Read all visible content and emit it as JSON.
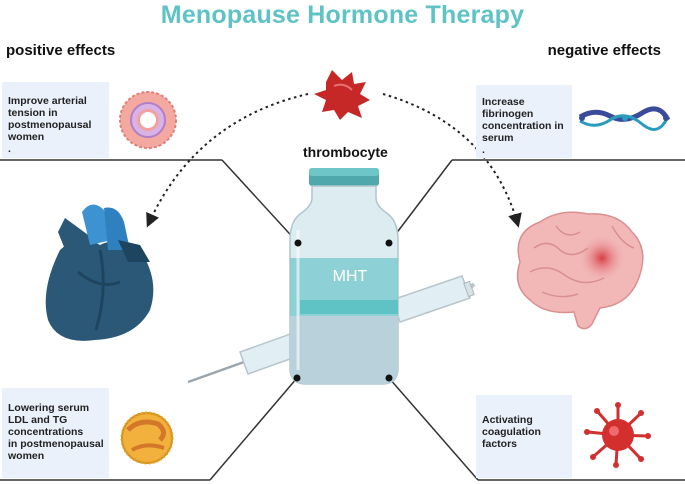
{
  "title": "Menopause Hormone Therapy",
  "positive_heading": "positive effects",
  "negative_heading": "negative effects",
  "center_label": "thrombocyte",
  "vial_label": "MHT",
  "positive_effects": [
    {
      "lines": [
        "Improve arterial",
        "tension in",
        "postmenopausal",
        "women",
        "."
      ],
      "icon": "artery-cross-section-icon"
    },
    {
      "lines": [
        "Lowering serum",
        "LDL and TG",
        "concentrations",
        "in postmenopausal",
        "women"
      ],
      "icon": "lipoprotein-particle-icon"
    }
  ],
  "negative_effects": [
    {
      "lines": [
        "Increase",
        "fibrinogen",
        "concentration in",
        "serum",
        "."
      ],
      "icon": "fibrinogen-strand-icon"
    },
    {
      "lines": [
        "Activating",
        "coagulation",
        "factors"
      ],
      "icon": "activated-platelet-icon"
    }
  ],
  "illustrations": [
    "heart-icon",
    "brain-icon",
    "thrombocyte-icon",
    "vial-icon",
    "syringe-icon"
  ],
  "colors": {
    "title": "#5fc3c5",
    "heart": "#2b5877",
    "brain": "#e9a8a8",
    "platelet": "#c62828",
    "vial_cap": "#5fc3c5"
  }
}
